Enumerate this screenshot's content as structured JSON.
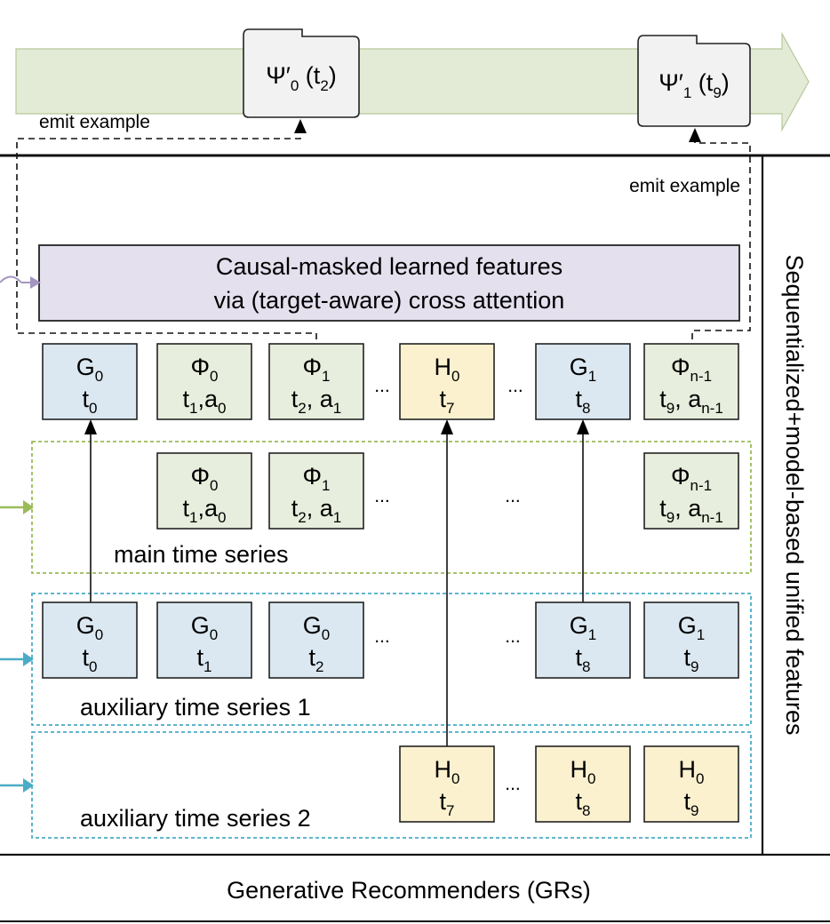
{
  "stream": {
    "events": [
      {
        "main": "Ψ′",
        "sub": "0",
        "time": "t",
        "time_sub": "2"
      },
      {
        "main": "Ψ′",
        "sub": "1",
        "time": "t",
        "time_sub": "9"
      }
    ],
    "emit_label_left": "emit example",
    "emit_label_right": "emit example"
  },
  "attention": {
    "line1": "Causal-masked learned features",
    "line2": "via (target-aware) cross attention"
  },
  "side_label": "Sequentialized+model-based unified features",
  "bottom_label": "Generative Recommenders (GRs)",
  "ellipsis": "...",
  "colors": {
    "blue_token": "#dbe8f1",
    "green_token": "#e8eedd",
    "yellow_token": "#fbf1cf",
    "attention_fill": "#e4e0ee",
    "stream_band": "#e3ebd6",
    "green_dash": "#9bbb59",
    "blue_dash": "#4bacc6",
    "purple_arrow": "#a395c0"
  },
  "unified_row": [
    {
      "main": "G",
      "main_sub": "0",
      "l2": [
        [
          "t",
          "0"
        ]
      ],
      "color": "blue"
    },
    {
      "main": "Φ",
      "main_sub": "0",
      "l2": [
        [
          "t",
          "1"
        ],
        [
          ",a",
          "0"
        ]
      ],
      "color": "green"
    },
    {
      "main": "Φ",
      "main_sub": "1",
      "l2": [
        [
          "t",
          "2"
        ],
        [
          ", a",
          "1"
        ]
      ],
      "color": "green"
    },
    {
      "main": "H",
      "main_sub": "0",
      "l2": [
        [
          "t",
          "7"
        ]
      ],
      "color": "yellow"
    },
    {
      "main": "G",
      "main_sub": "1",
      "l2": [
        [
          "t",
          "8"
        ]
      ],
      "color": "blue"
    },
    {
      "main": "Φ",
      "main_sub": "n-1",
      "l2": [
        [
          "t",
          "9"
        ],
        [
          ", a",
          "n-1"
        ]
      ],
      "color": "green"
    }
  ],
  "main_series": {
    "label": "main time series",
    "tokens": [
      {
        "main": "Φ",
        "main_sub": "0",
        "l2": [
          [
            "t",
            "1"
          ],
          [
            ",a",
            "0"
          ]
        ],
        "color": "green"
      },
      {
        "main": "Φ",
        "main_sub": "1",
        "l2": [
          [
            "t",
            "2"
          ],
          [
            ", a",
            "1"
          ]
        ],
        "color": "green"
      },
      {
        "main": "Φ",
        "main_sub": "n-1",
        "l2": [
          [
            "t",
            "9"
          ],
          [
            ", a",
            "n-1"
          ]
        ],
        "color": "green"
      }
    ]
  },
  "aux_series_1": {
    "label": "auxiliary time series 1",
    "tokens": [
      {
        "main": "G",
        "main_sub": "0",
        "l2": [
          [
            "t",
            "0"
          ]
        ],
        "color": "blue"
      },
      {
        "main": "G",
        "main_sub": "0",
        "l2": [
          [
            "t",
            "1"
          ]
        ],
        "color": "blue"
      },
      {
        "main": "G",
        "main_sub": "0",
        "l2": [
          [
            "t",
            "2"
          ]
        ],
        "color": "blue"
      },
      {
        "main": "G",
        "main_sub": "1",
        "l2": [
          [
            "t",
            "8"
          ]
        ],
        "color": "blue"
      },
      {
        "main": "G",
        "main_sub": "1",
        "l2": [
          [
            "t",
            "9"
          ]
        ],
        "color": "blue"
      }
    ]
  },
  "aux_series_2": {
    "label": "auxiliary time series 2",
    "tokens": [
      {
        "main": "H",
        "main_sub": "0",
        "l2": [
          [
            "t",
            "7"
          ]
        ],
        "color": "yellow"
      },
      {
        "main": "H",
        "main_sub": "0",
        "l2": [
          [
            "t",
            "8"
          ]
        ],
        "color": "yellow"
      },
      {
        "main": "H",
        "main_sub": "0",
        "l2": [
          [
            "t",
            "9"
          ]
        ],
        "color": "yellow"
      }
    ]
  }
}
